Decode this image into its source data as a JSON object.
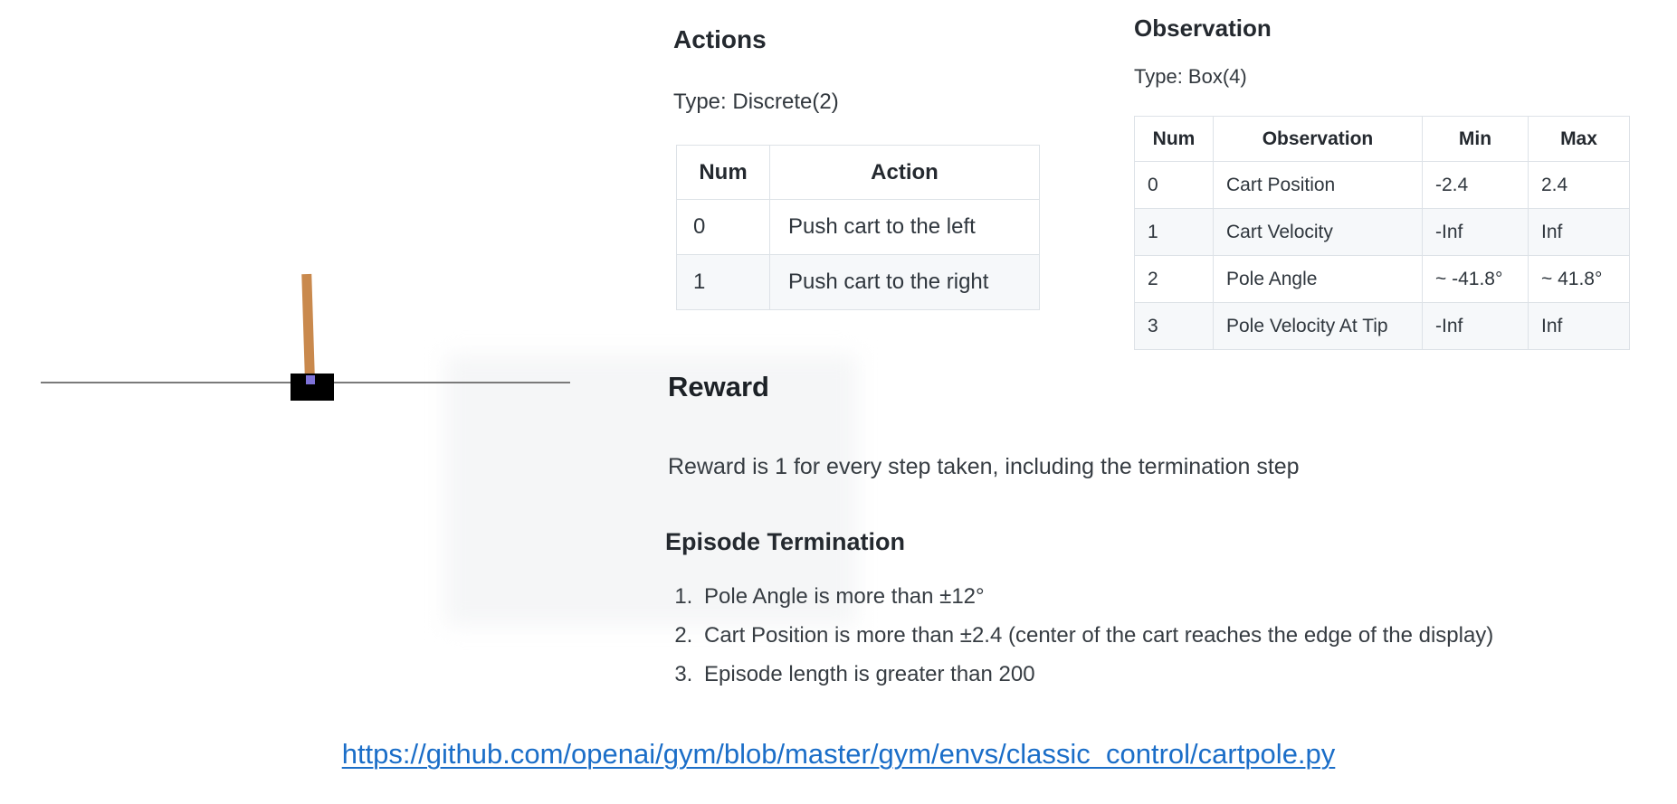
{
  "cartpole": {
    "track_color": "#7a7a7a",
    "cart_color": "#000000",
    "pole_color": "#c9894d",
    "axle_color": "#7e72d8"
  },
  "actions": {
    "title": "Actions",
    "type_label": "Type: Discrete(2)",
    "table": {
      "headers": [
        "Num",
        "Action"
      ],
      "rows": [
        [
          "0",
          "Push cart to the left"
        ],
        [
          "1",
          "Push cart to the right"
        ]
      ]
    }
  },
  "observation": {
    "title": "Observation",
    "type_label": "Type: Box(4)",
    "table": {
      "headers": [
        "Num",
        "Observation",
        "Min",
        "Max"
      ],
      "rows": [
        [
          "0",
          "Cart Position",
          "-2.4",
          "2.4"
        ],
        [
          "1",
          "Cart Velocity",
          "-Inf",
          "Inf"
        ],
        [
          "2",
          "Pole Angle",
          "~ -41.8°",
          "~ 41.8°"
        ],
        [
          "3",
          "Pole Velocity At Tip",
          "-Inf",
          "Inf"
        ]
      ]
    }
  },
  "reward": {
    "title": "Reward",
    "description": "Reward is 1 for every step taken, including the termination step"
  },
  "episode_termination": {
    "title": "Episode Termination",
    "items": [
      "Pole Angle is more than ±12°",
      "Cart Position is more than ±2.4 (center of the cart reaches the edge of the display)",
      "Episode length is greater than 200"
    ]
  },
  "link": {
    "text": "https://github.com/openai/gym/blob/master/gym/envs/classic_control/cartpole.py",
    "color": "#1b6ec8",
    "stripe_color": "#f6f8fa"
  }
}
